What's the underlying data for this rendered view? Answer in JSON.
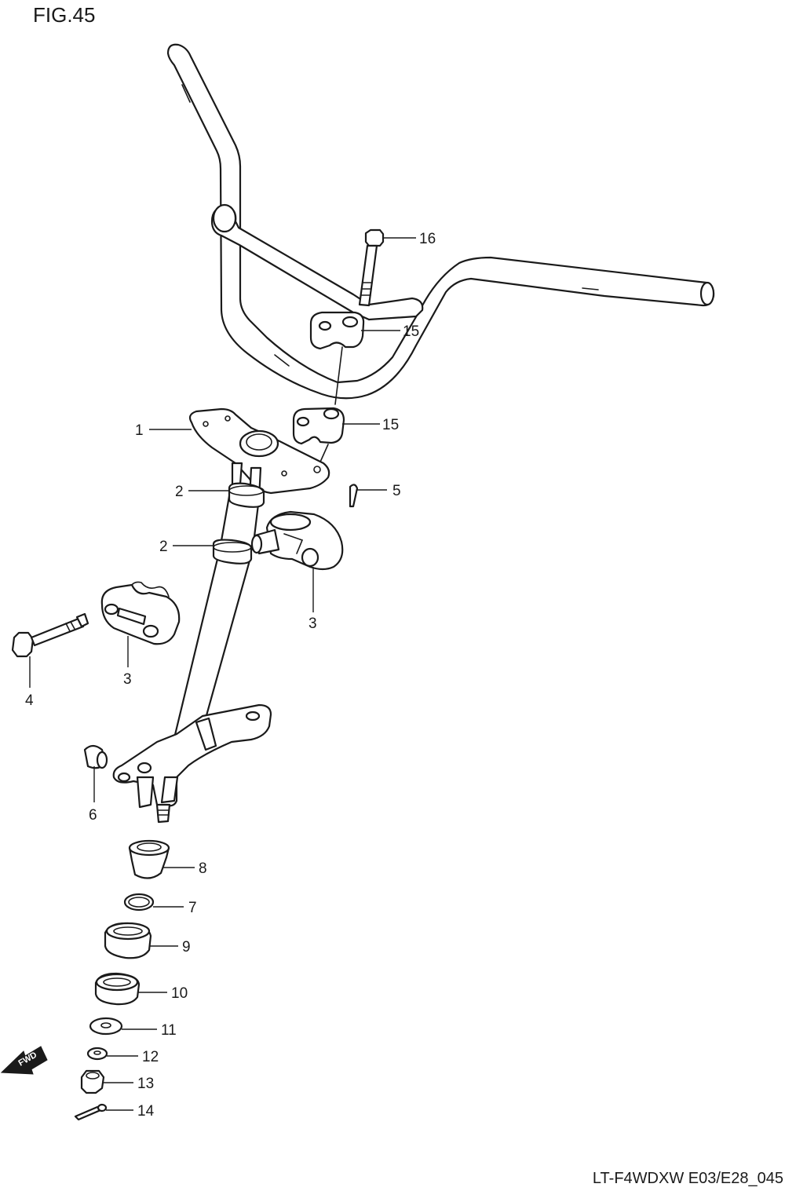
{
  "figure_title": "FIG.45",
  "footer_code": "LT-F4WDXW E03/E28_045",
  "fwd_badge": "FWD",
  "callouts": {
    "c1": "1",
    "c2a": "2",
    "c2b": "2",
    "c3a": "3",
    "c3b": "3",
    "c4": "4",
    "c5": "5",
    "c6": "6",
    "c7": "7",
    "c8": "8",
    "c9": "9",
    "c10": "10",
    "c11": "11",
    "c12": "12",
    "c13": "13",
    "c14": "14",
    "c15a": "15",
    "c15b": "15",
    "c16": "16"
  }
}
